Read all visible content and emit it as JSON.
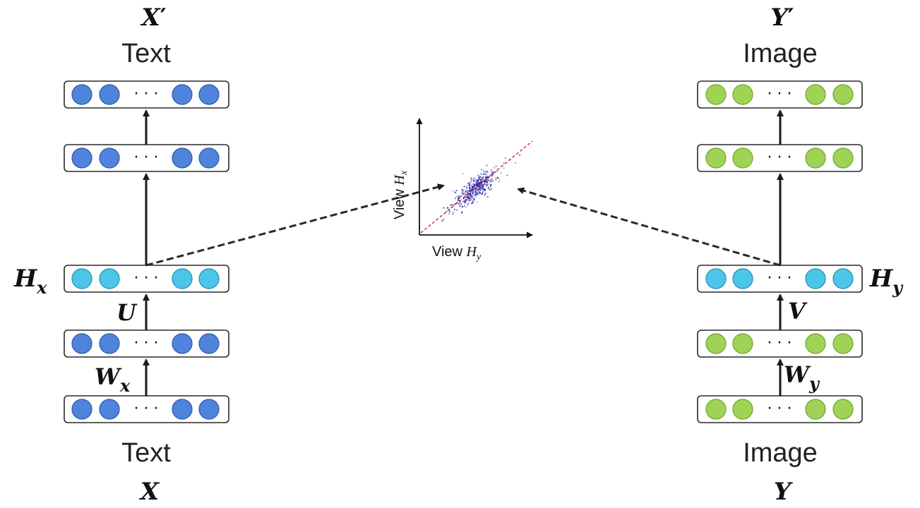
{
  "left_branch": {
    "top_symbol": "X",
    "top_prime": "′",
    "top_label": "Text",
    "bottom_label": "Text",
    "bottom_symbol": "X",
    "hidden_symbol": "H",
    "hidden_sub": "x",
    "weight_u": "U",
    "weight_w": "W",
    "weight_w_sub": "x"
  },
  "right_branch": {
    "top_symbol": "Y",
    "top_prime": "′",
    "top_label": "Image",
    "bottom_label": "Image",
    "bottom_symbol": "Y",
    "hidden_symbol": "H",
    "hidden_sub": "y",
    "weight_v": "V",
    "weight_w": "W",
    "weight_w_sub": "y"
  },
  "layer_dots": "· · ·",
  "scatter": {
    "y_axis_prefix": "View ",
    "y_axis_var": "H",
    "y_axis_sub": "x",
    "x_axis_prefix": "View ",
    "x_axis_var": "H",
    "x_axis_sub": "y"
  },
  "colors": {
    "text_node": "#4f83dc",
    "text_node_edge": "#2a5aaa",
    "hidden_node": "#4cc6e8",
    "hidden_node_edge": "#1f8fb3",
    "image_node": "#9fd356",
    "image_node_edge": "#6ea62c",
    "scatter_point": "#1a1aa0",
    "fit_line": "#d6202a"
  }
}
